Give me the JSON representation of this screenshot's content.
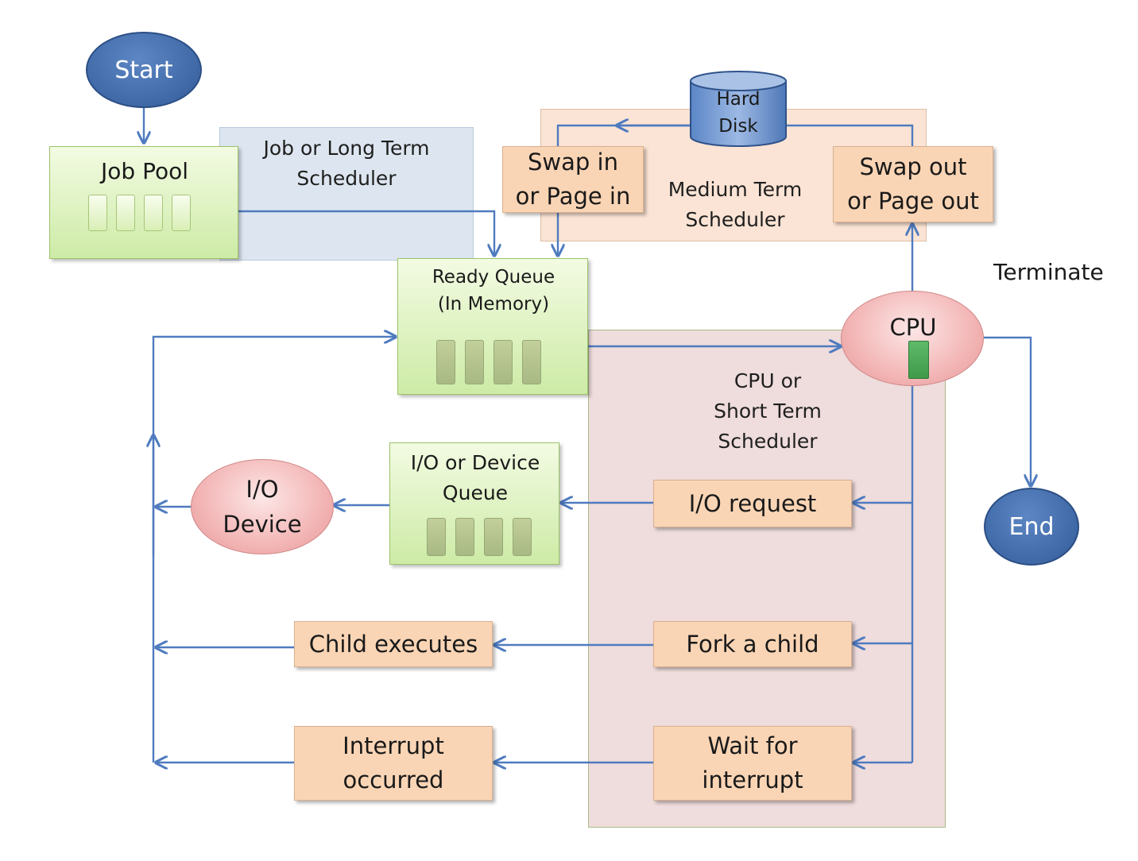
{
  "start_label": "Start",
  "end_label": "End",
  "terminate_label": "Terminate",
  "job_pool": {
    "title": "Job Pool"
  },
  "long_term": {
    "line1": "Job or Long Term",
    "line2": "Scheduler"
  },
  "hard_disk": {
    "line1": "Hard",
    "line2": "Disk"
  },
  "swap_in": {
    "line1": "Swap in",
    "line2": "or Page in"
  },
  "swap_out": {
    "line1": "Swap out",
    "line2": "or Page out"
  },
  "medium_term": {
    "line1": "Medium Term",
    "line2": "Scheduler"
  },
  "ready_queue": {
    "line1": "Ready Queue",
    "line2": "(In Memory)"
  },
  "cpu_label": "CPU",
  "short_term": {
    "line1": "CPU or",
    "line2": "Short Term",
    "line3": "Scheduler"
  },
  "io_queue": {
    "line1": "I/O or Device",
    "line2": "Queue"
  },
  "io_device": {
    "line1": "I/O",
    "line2": "Device"
  },
  "io_request": "I/O request",
  "fork_child": "Fork a child",
  "child_executes": "Child executes",
  "wait_interrupt": {
    "line1": "Wait for",
    "line2": "interrupt"
  },
  "interrupt_occurred": {
    "line1": "Interrupt",
    "line2": "occurred"
  },
  "colors": {
    "arrow": "#4f7bbf",
    "long_term_region": "#dde6f0",
    "medium_term_region": "#fbe4d5",
    "short_term_region": "#efdcdc",
    "terminal": "#3f68a6",
    "process_box": "#fad5b5",
    "queue_box": "#d9efb6",
    "cpu_slot": "#3f9a4a"
  }
}
